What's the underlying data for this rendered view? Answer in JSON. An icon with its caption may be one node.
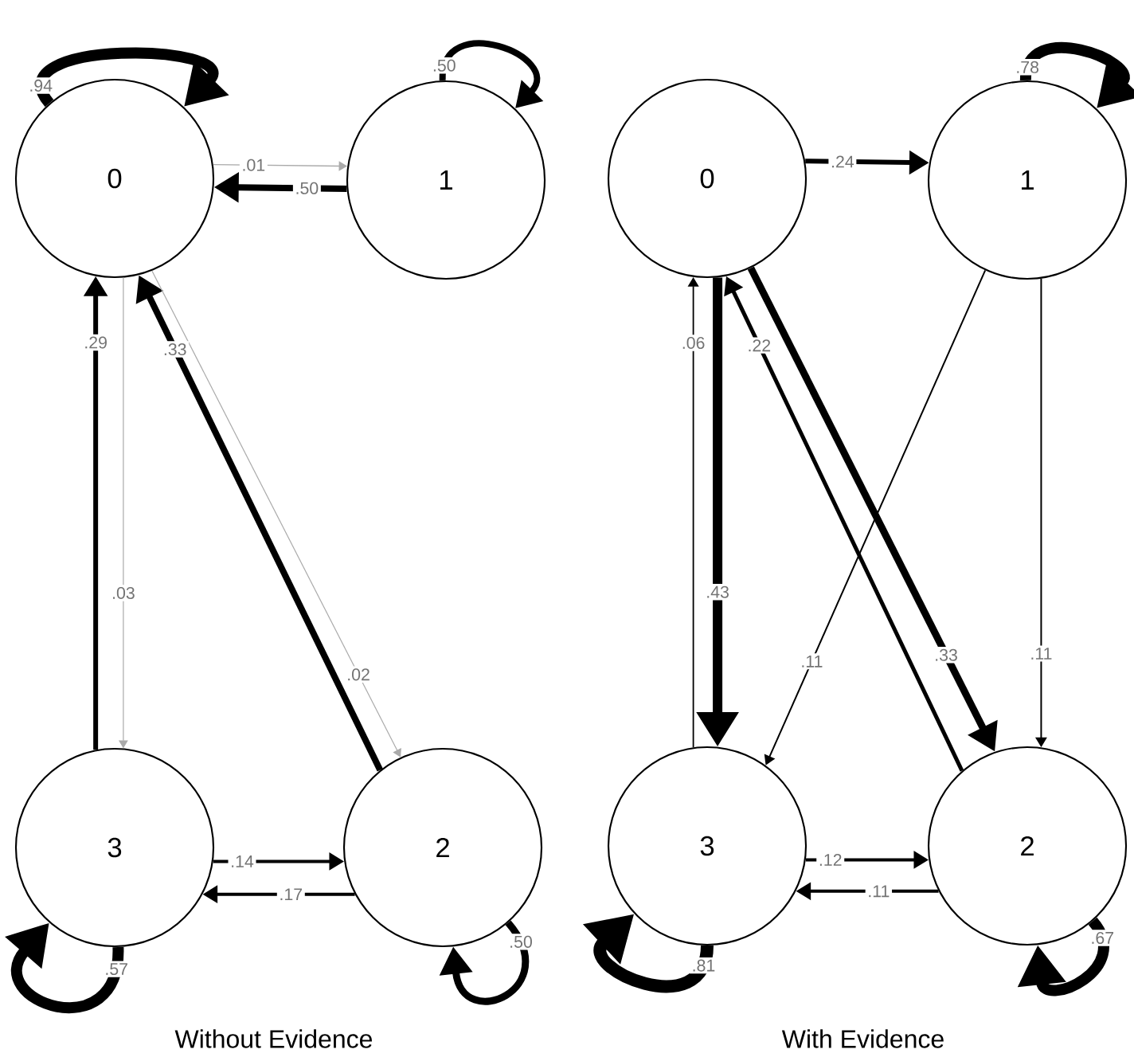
{
  "diagram": {
    "nodes": [
      {
        "text": [
          "0"
        ]
      },
      {
        "text": [
          "1"
        ]
      },
      {
        "text": [
          "3"
        ]
      },
      {
        "text": [
          "2"
        ]
      },
      {
        "text": [
          "0"
        ]
      },
      {
        "text": [
          "1"
        ]
      },
      {
        "text": [
          "3"
        ]
      },
      {
        "text": [
          "2"
        ]
      }
    ],
    "edges": [
      {
        "from": 0,
        "to": 0,
        "arrow": "to",
        "label": ".94",
        "style": "thick"
      },
      {
        "from": 1,
        "to": 1,
        "arrow": "to",
        "label": ".50"
      },
      {
        "from": 0,
        "to": 1,
        "arrow": "to",
        "label": ".01",
        "color": "#aaaaaa"
      },
      {
        "from": 1,
        "to": 0,
        "arrow": "to",
        "label": ".50"
      },
      {
        "from": 2,
        "to": 0,
        "arrow": "to",
        "label": ".29"
      },
      {
        "from": 0,
        "to": 2,
        "arrow": "to",
        "label": ".03",
        "color": "#aaaaaa"
      },
      {
        "from": 3,
        "to": 0,
        "arrow": "to",
        "label": ".33"
      },
      {
        "from": 0,
        "to": 3,
        "arrow": "to",
        "label": ".02",
        "color": "#aaaaaa"
      },
      {
        "from": 2,
        "to": 3,
        "arrow": "to",
        "label": ".14"
      },
      {
        "from": 3,
        "to": 2,
        "arrow": "to",
        "label": ".17"
      },
      {
        "from": 2,
        "to": 2,
        "arrow": "to",
        "label": ".57",
        "style": "thick"
      },
      {
        "from": 3,
        "to": 3,
        "arrow": "to",
        "label": ".50"
      },
      {
        "from": 5,
        "to": 5,
        "arrow": "to",
        "label": ".78",
        "style": "thick"
      },
      {
        "from": 4,
        "to": 5,
        "arrow": "to",
        "label": ".24"
      },
      {
        "from": 6,
        "to": 4,
        "arrow": "to",
        "label": ".06"
      },
      {
        "from": 4,
        "to": 6,
        "arrow": "to",
        "label": ".43",
        "style": "thick"
      },
      {
        "from": 7,
        "to": 4,
        "arrow": "to",
        "label": ".22"
      },
      {
        "from": 4,
        "to": 7,
        "arrow": "to",
        "label": ".33"
      },
      {
        "from": 5,
        "to": 6,
        "arrow": "to",
        "label": ".11"
      },
      {
        "from": 5,
        "to": 7,
        "arrow": "to",
        "label": ".11"
      },
      {
        "from": 6,
        "to": 7,
        "arrow": "to",
        "label": ".12"
      },
      {
        "from": 7,
        "to": 6,
        "arrow": "to",
        "label": ".11"
      },
      {
        "from": 6,
        "to": 6,
        "arrow": "to",
        "label": ".81",
        "style": "thick"
      },
      {
        "from": 7,
        "to": 7,
        "arrow": "to",
        "label": ".67",
        "style": "thick"
      }
    ],
    "labels": [
      "Without Evidence",
      "With Evidence"
    ]
  }
}
